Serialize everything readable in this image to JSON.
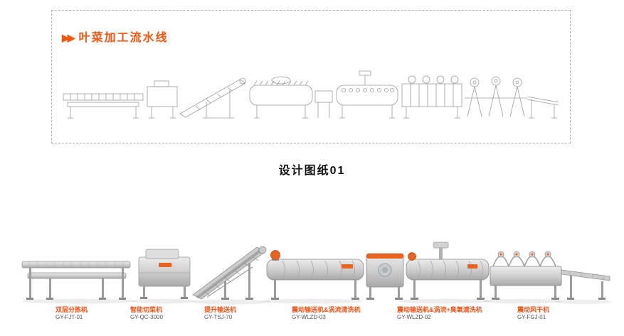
{
  "header": {
    "marker": "▶▶",
    "title": "叶菜加工流水线"
  },
  "caption": "设计图纸01",
  "colors": {
    "accent_orange": "#f1570e",
    "label_orange": "#e8571c",
    "model_gray": "#555555",
    "steel_gray": "#c9c9c9"
  },
  "machines": [
    {
      "name": "双层分拣机",
      "model": "GY-FJT-01"
    },
    {
      "name": "智能切菜机",
      "model": "GY-QC-3000"
    },
    {
      "name": "提升输送机",
      "model": "GY-TSJ-70"
    },
    {
      "name": "震动输送机&涡流清洗机",
      "model": "GY-WLZD-03"
    },
    {
      "name": "震动输送机&涡流+臭氧清洗机",
      "model": "GY-WLZD-02"
    },
    {
      "name": "震动风干机",
      "model": "GY-FGJ-01"
    }
  ]
}
